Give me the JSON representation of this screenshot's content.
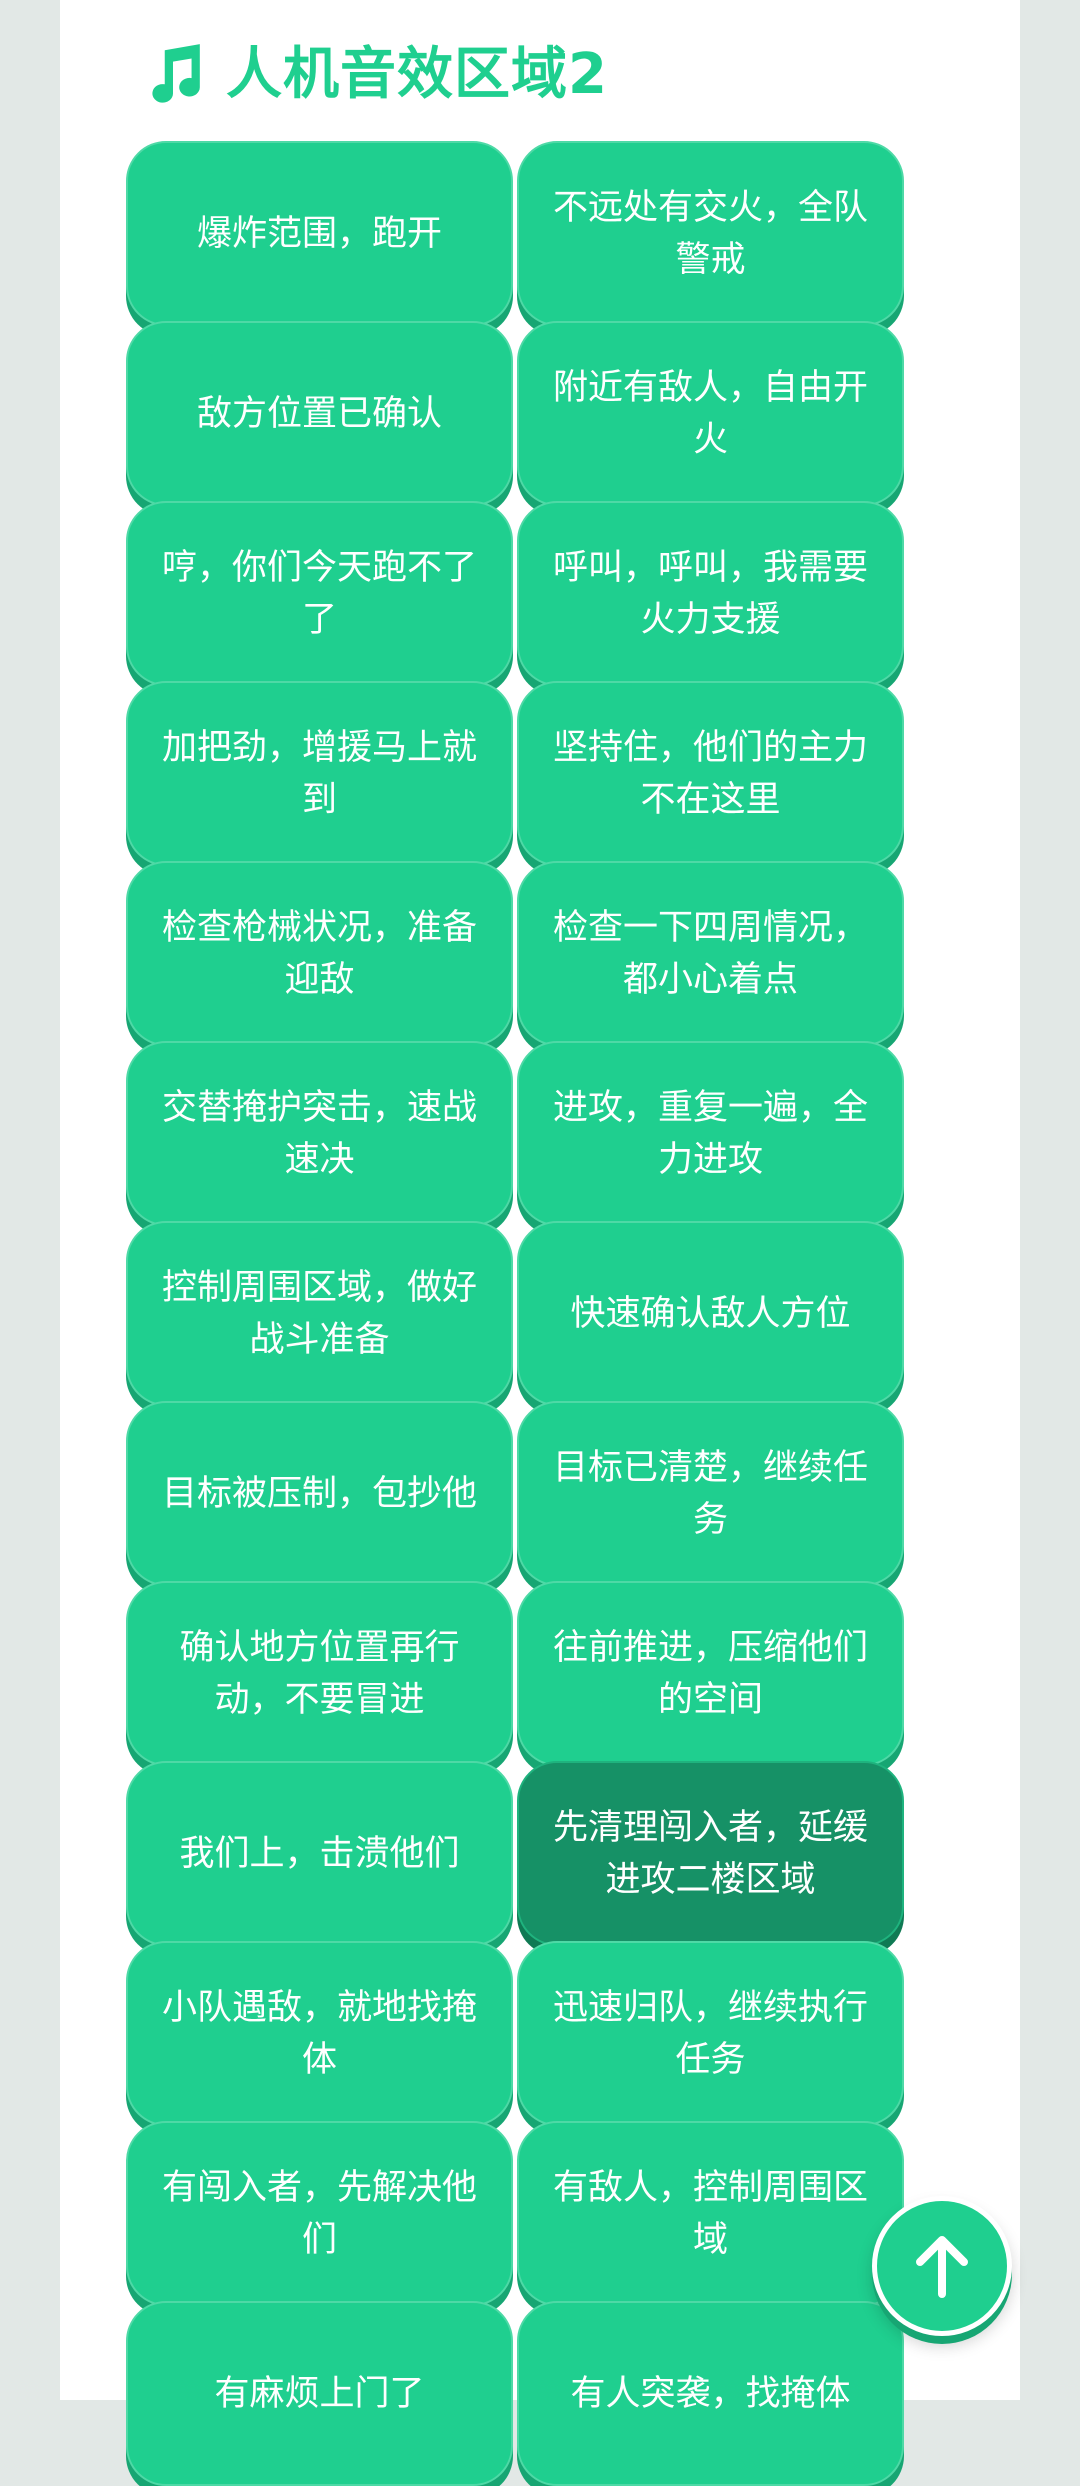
{
  "section": {
    "title": "人机音效区域2",
    "icon": "music-note-icon",
    "accent_color": "#1fcf8f"
  },
  "sound_buttons": [
    {
      "label": "爆炸范围，跑开",
      "active": false
    },
    {
      "label": "不远处有交火，全队警戒",
      "active": false
    },
    {
      "label": "敌方位置已确认",
      "active": false
    },
    {
      "label": "附近有敌人，自由开火",
      "active": false
    },
    {
      "label": "哼，你们今天跑不了了",
      "active": false
    },
    {
      "label": "呼叫，呼叫，我需要火力支援",
      "active": false
    },
    {
      "label": "加把劲，增援马上就到",
      "active": false
    },
    {
      "label": "坚持住，他们的主力不在这里",
      "active": false
    },
    {
      "label": "检查枪械状况，准备迎敌",
      "active": false
    },
    {
      "label": "检查一下四周情况，都小心着点",
      "active": false
    },
    {
      "label": "交替掩护突击，速战速决",
      "active": false
    },
    {
      "label": "进攻，重复一遍，全力进攻",
      "active": false
    },
    {
      "label": "控制周围区域，做好战斗准备",
      "active": false
    },
    {
      "label": "快速确认敌人方位",
      "active": false
    },
    {
      "label": "目标被压制，包抄他",
      "active": false
    },
    {
      "label": "目标已清楚，继续任务",
      "active": false
    },
    {
      "label": "确认地方位置再行动，不要冒进",
      "active": false
    },
    {
      "label": "往前推进，压缩他们的空间",
      "active": false
    },
    {
      "label": "我们上，击溃他们",
      "active": false
    },
    {
      "label": "先清理闯入者，延缓进攻二楼区域",
      "active": true
    },
    {
      "label": "小队遇敌，就地找掩体",
      "active": false
    },
    {
      "label": "迅速归队，继续执行任务",
      "active": false
    },
    {
      "label": "有闯入者，先解决他们",
      "active": false
    },
    {
      "label": "有敌人，控制周围区域",
      "active": false
    },
    {
      "label": "有麻烦上门了",
      "active": false
    },
    {
      "label": "有人突袭，找掩体",
      "active": false
    }
  ],
  "back_to_top": {
    "icon": "arrow-up-icon"
  }
}
